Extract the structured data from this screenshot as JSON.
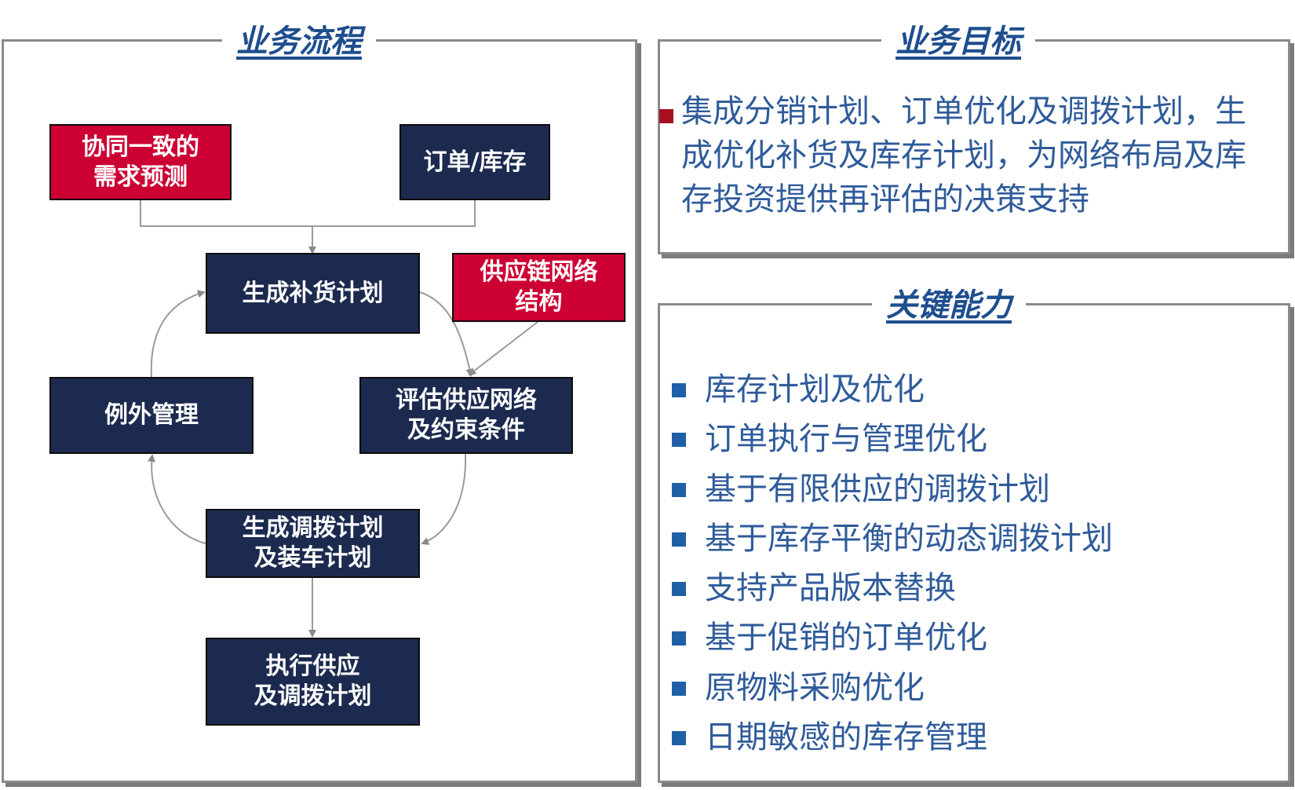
{
  "process": {
    "title": "业务流程",
    "nodes": {
      "demand_forecast": [
        "协同一致的",
        "需求预测"
      ],
      "order_inventory": [
        "订单/库存"
      ],
      "replenishment_plan": [
        "生成补货计划"
      ],
      "network_structure": [
        "供应链网络",
        "结构"
      ],
      "evaluate_network": [
        "评估供应网络",
        "及约束条件"
      ],
      "exception_mgmt": [
        "例外管理"
      ],
      "transfer_plan": [
        "生成调拨计划",
        "及装车计划"
      ],
      "execute_supply": [
        "执行供应",
        "及调拨计划"
      ]
    }
  },
  "goal": {
    "title": "业务目标",
    "lines": [
      "集成分销计划、订单优化及调拨计划，生",
      "成优化补货及库存计划，为网络布局及库",
      "存投资提供再评估的决策支持"
    ]
  },
  "capabilities": {
    "title": "关键能力",
    "items": [
      "库存计划及优化",
      "订单执行与管理优化",
      "基于有限供应的调拨计划",
      "基于库存平衡的动态调拨计划",
      "支持产品版本替换",
      "基于促销的订单优化",
      "原物料采购优化",
      "日期敏感的库存管理"
    ]
  },
  "colors": {
    "navy_node": "#1b2a4e",
    "red_node": "#cc0033",
    "title_blue": "#1f4e8f",
    "text_blue": "#2f5b9a",
    "goal_bullet": "#a50f1f",
    "list_bullet": "#1f5fa8"
  }
}
